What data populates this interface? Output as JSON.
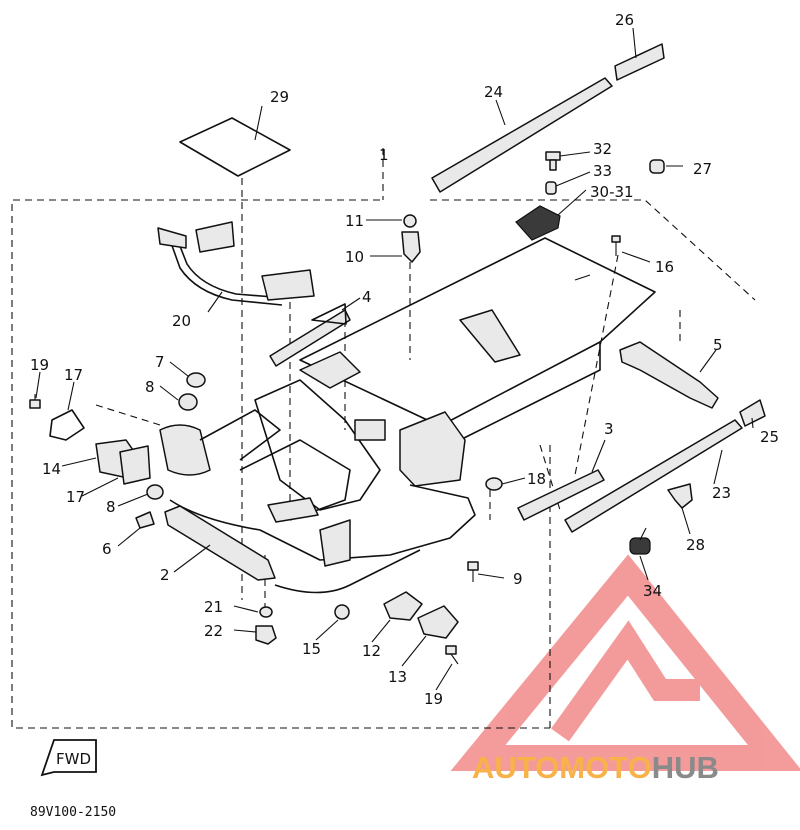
{
  "diagram": {
    "callouts": {
      "c1": "1",
      "c2": "2",
      "c3": "3",
      "c4": "4",
      "c5": "5",
      "c6": "6",
      "c7": "7",
      "c8a": "8",
      "c8b": "8",
      "c9": "9",
      "c10": "10",
      "c11": "11",
      "c12": "12",
      "c13": "13",
      "c14": "14",
      "c15": "15",
      "c16": "16",
      "c17a": "17",
      "c17b": "17",
      "c18": "18",
      "c19a": "19",
      "c19b": "19",
      "c20": "20",
      "c21": "21",
      "c22": "22",
      "c23": "23",
      "c24": "24",
      "c25": "25",
      "c26": "26",
      "c27": "27",
      "c28": "28",
      "c29": "29",
      "c30": "30-31",
      "c32": "32",
      "c33": "33",
      "c34": "34"
    },
    "fwd_label": "FWD",
    "drawing_code": "89V100-2150"
  },
  "watermark": {
    "brand_part1": "AUTOMOTO",
    "brand_part2": "HUB",
    "logo_icon": "triangle-m-logo-icon",
    "colors": {
      "logo": "#f07a7a",
      "orange": "#f7b24a",
      "gray": "#8a8a8a"
    }
  }
}
